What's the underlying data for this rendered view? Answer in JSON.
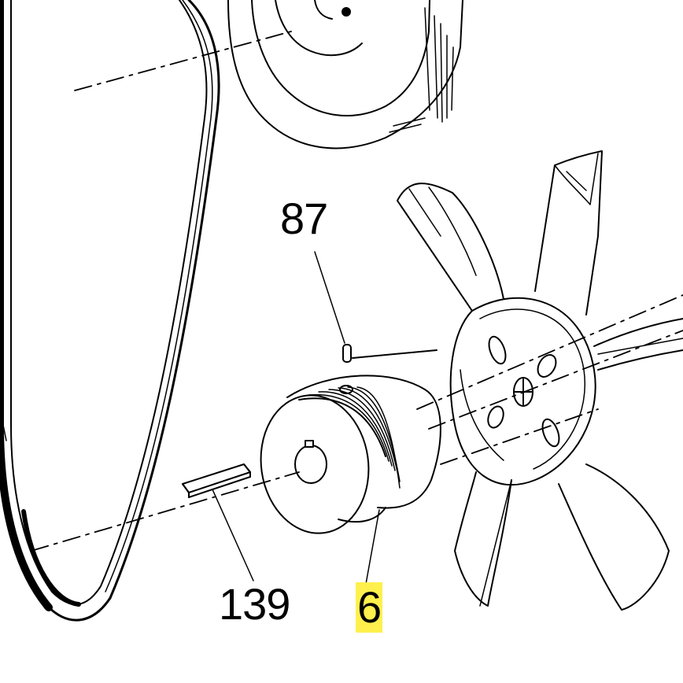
{
  "callouts": {
    "part_87": "87",
    "part_139": "139",
    "part_6": "6"
  },
  "colors": {
    "line": "#000000",
    "background": "#ffffff",
    "highlight": "#fff04d"
  }
}
